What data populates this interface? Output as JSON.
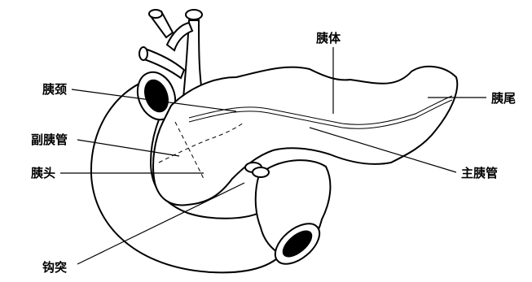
{
  "labels": {
    "body": "胰体",
    "neck": "胰颈",
    "tail": "胰尾",
    "accessory_duct": "副胰管",
    "head": "胰头",
    "main_duct": "主胰管",
    "uncinate": "钩突"
  }
}
